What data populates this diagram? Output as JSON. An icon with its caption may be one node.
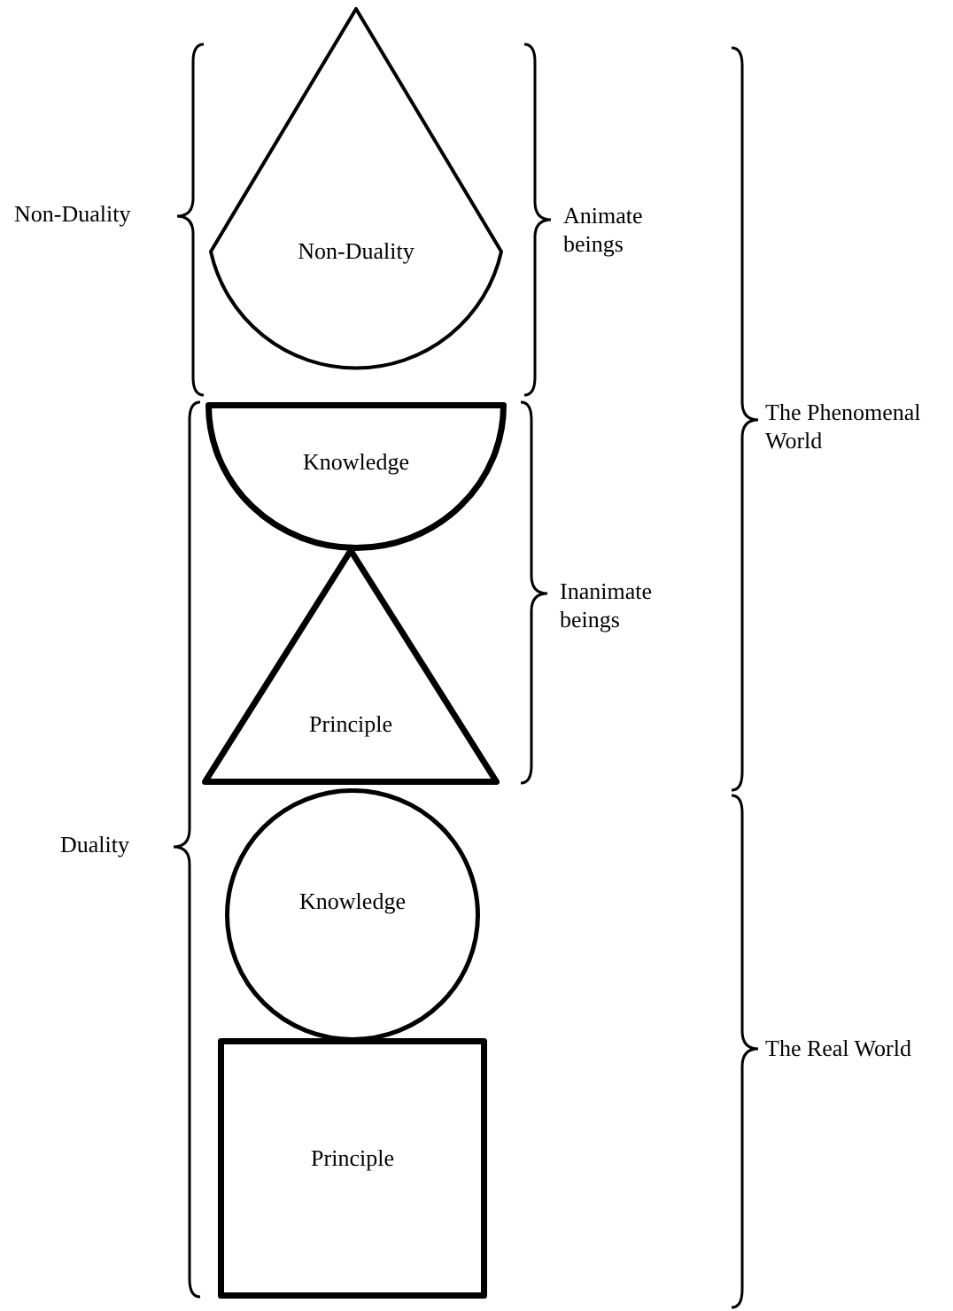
{
  "diagram": {
    "nodes": [
      {
        "text": [
          "Non-Duality"
        ]
      },
      {
        "text": [
          "Knowledge"
        ]
      },
      {
        "text": [
          "Principle"
        ]
      },
      {
        "text": [
          "Knowledge"
        ]
      },
      {
        "text": [
          "Principle"
        ]
      }
    ],
    "labels": [
      "Non-Duality",
      "Animate beings",
      "The Phenomenal World",
      "Inanimate beings",
      "Duality",
      "The Real World"
    ]
  }
}
